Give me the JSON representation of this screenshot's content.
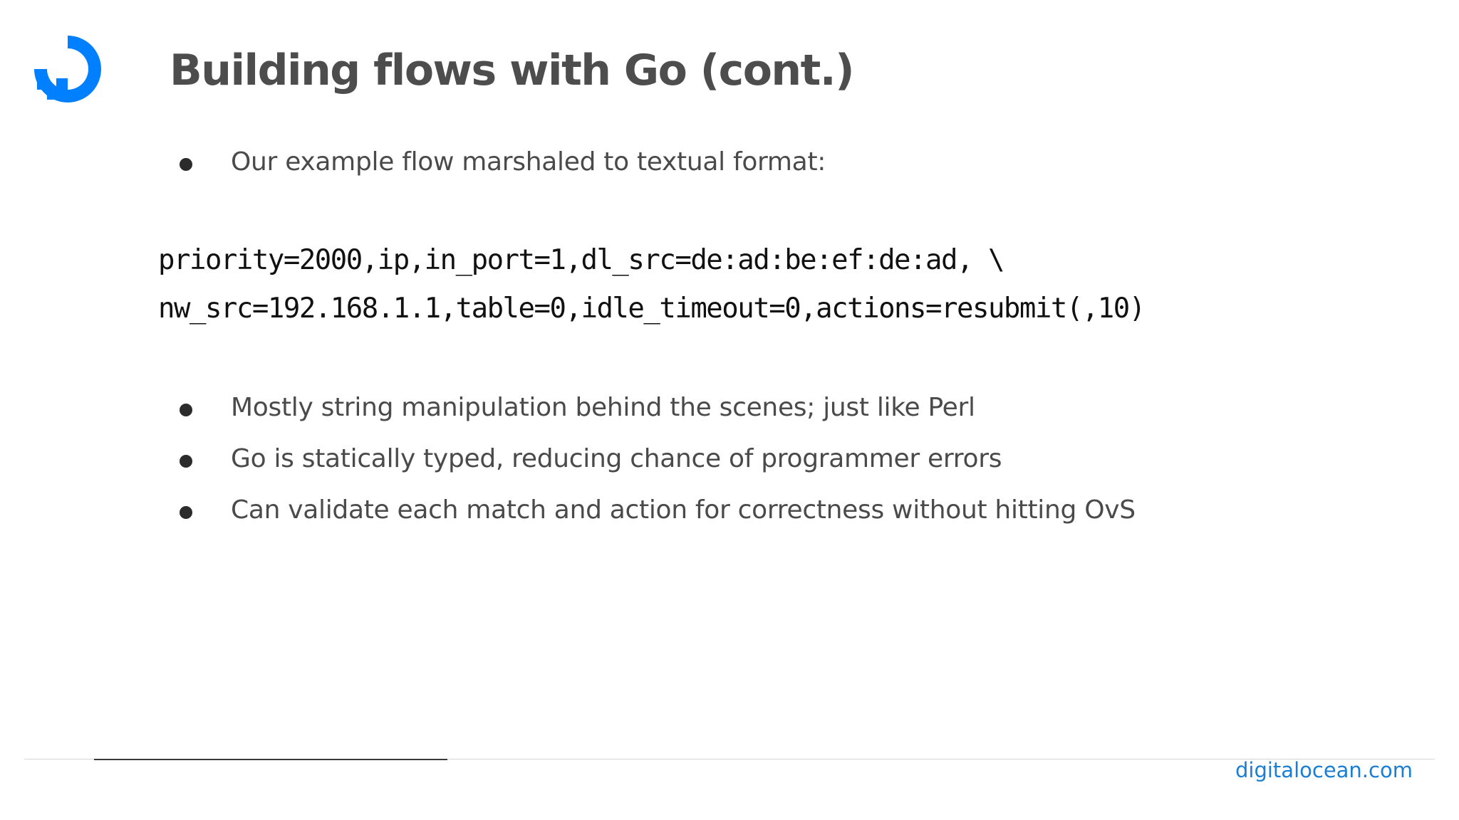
{
  "slide": {
    "title": "Building flows with Go (cont.)",
    "intro_bullet": "Our example flow marshaled to textual format:",
    "code_lines": [
      "priority=2000,ip,in_port=1,dl_src=de:ad:be:ef:de:ad, \\",
      "nw_src=192.168.1.1,table=0,idle_timeout=0,actions=resubmit(,10)"
    ],
    "bullets": [
      "Mostly string manipulation behind the scenes; just like Perl",
      "Go is statically typed, reducing chance of programmer errors",
      "Can validate each match and action for correctness without hitting OvS"
    ]
  },
  "footer": {
    "brand_url": "digitalocean.com"
  },
  "colors": {
    "brand_blue": "#0080ff",
    "link_blue": "#1a7fd4",
    "title_gray": "#4d4d4d",
    "body_gray": "#4a4a4a"
  },
  "icons": {
    "logo": "digitalocean-logo-icon"
  }
}
